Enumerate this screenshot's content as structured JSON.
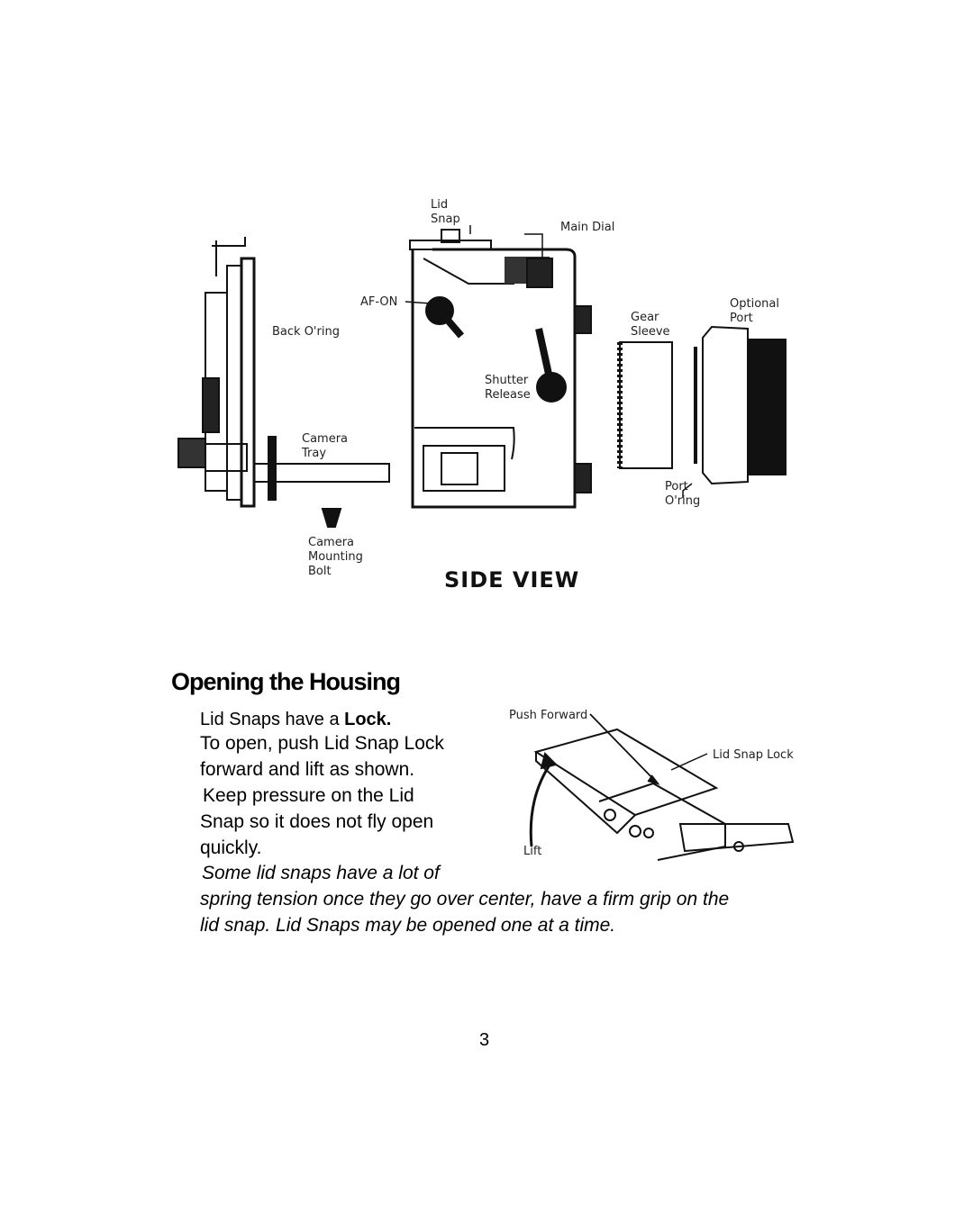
{
  "side_view": {
    "title": "SIDE VIEW",
    "labels": {
      "lid_snap": "Lid\nSnap",
      "main_dial": "Main Dial",
      "af_on": "AF-ON",
      "back_oring": "Back O'ring",
      "gear_sleeve": "Gear\nSleeve",
      "optional_port": "Optional\nPort",
      "shutter_release": "Shutter\nRelease",
      "camera_tray": "Camera\nTray",
      "port_oring": "Port\nO'ring",
      "camera_mounting_bolt": "Camera\nMounting\nBolt"
    }
  },
  "lid_figure": {
    "labels": {
      "push_forward": "Push Forward",
      "lid_snap_lock": "Lid Snap Lock",
      "lift": "Lift"
    }
  },
  "section": {
    "heading": "Opening the Housing",
    "line1_pre": "Lid Snaps have a ",
    "line1_bold": "Lock.",
    "line2": "To open, push Lid Snap Lock",
    "line3": "forward and lift as shown.",
    "line4": "Keep pressure on the Lid",
    "line5": "Snap so it does not fly open",
    "line6": "quickly.",
    "italic1": "Some lid snaps have a lot of",
    "italic2": "spring tension once they go over center, have a firm grip on the",
    "italic3": "lid snap. Lid Snaps may be opened one at a time."
  },
  "page_number": "3"
}
